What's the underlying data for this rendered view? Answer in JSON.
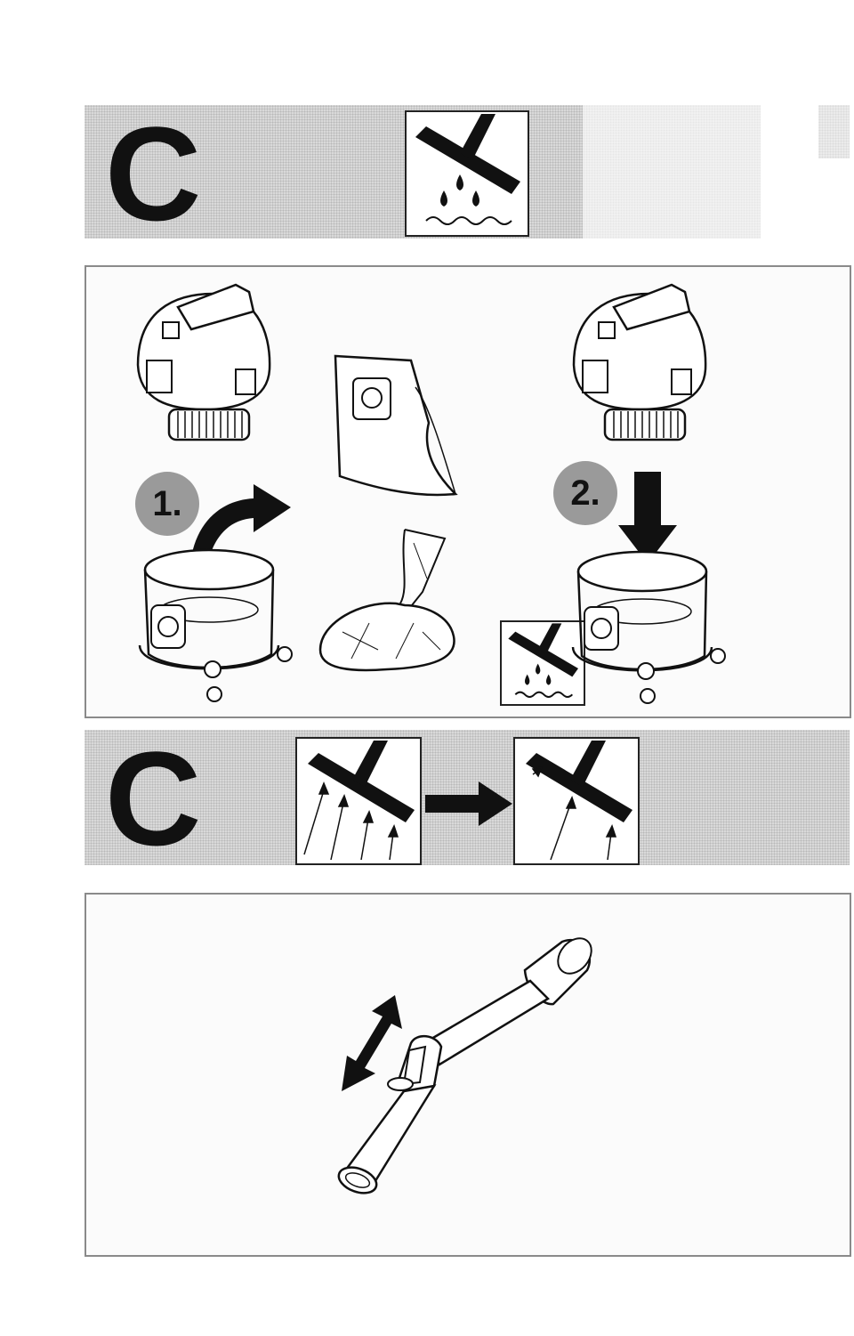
{
  "sections": [
    {
      "letter": "C",
      "icon": "wet-vacuum-nozzle-icon"
    },
    {
      "letter": "C",
      "icon": "suction-adjust-nozzle-icon"
    }
  ],
  "panel_1": {
    "step_1_label": "1.",
    "step_2_label": "2.",
    "small_icon": "wet-vacuum-nozzle-icon"
  },
  "panel_2": {
    "illustration": "handle-suction-slider"
  }
}
